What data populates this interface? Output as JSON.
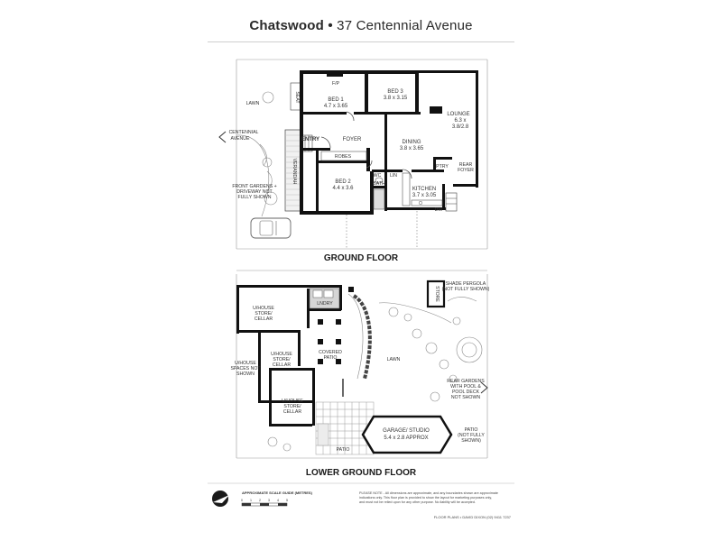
{
  "header": {
    "suburb": "Chatswood",
    "separator": "•",
    "address": "37 Centennial Avenue"
  },
  "ground_floor": {
    "title": "GROUND FLOOR",
    "rooms": {
      "bed1": {
        "name": "BED 1",
        "dims": "4.7 x 3.65"
      },
      "bed3": {
        "name": "BED 3",
        "dims": "3.8 x 3.15"
      },
      "lounge": {
        "name": "LOUNGE",
        "dims1": "6.3 x",
        "dims2": "3.8/2.8"
      },
      "dining": {
        "name": "DINING",
        "dims": "3.8 x 3.65"
      },
      "bed2": {
        "name": "BED 2",
        "dims": "4.4 x 3.6"
      },
      "kitchen": {
        "name": "KITCHEN",
        "dims": "3.7 x 3.05"
      }
    },
    "labels": {
      "foyer": "FOYER",
      "entry": "ENTRY",
      "robes": "ROBES",
      "bath": "BATH",
      "pantry": "PTRY",
      "rear_foyer_1": "REAR",
      "rear_foyer_2": "FOYER",
      "verandah": "VERANDAH",
      "seat": "SEAT",
      "lawn": "LAWN",
      "street_1": "CENTENNIAL",
      "street_2": "AVENUE",
      "front_gardens_1": "FRONT GARDENS +",
      "front_gardens_2": "DRIVEWAY NOT",
      "front_gardens_3": "FULLY SHOWN",
      "dw": "DW",
      "fp": "F/P",
      "wc": "WC",
      "lin": "LIN"
    }
  },
  "lower_ground_floor": {
    "title": "LOWER GROUND FLOOR",
    "labels": {
      "lndry": "LNDRY",
      "store1_1": "U/HOUSE",
      "store1_2": "STORE/",
      "store1_3": "CELLAR",
      "store2_1": "U/HOUSE",
      "store2_2": "STORE/",
      "store2_3": "CELLAR",
      "store3_1": "U/HOUSE",
      "store3_2": "STORE/",
      "store3_3": "CELLAR",
      "spaces_1": "U/HOUSE",
      "spaces_2": "SPACES NOT",
      "spaces_3": "SHOWN",
      "covered_1": "COVERED",
      "covered_2": "PATIO",
      "lawn": "LAWN",
      "patio": "PATIO",
      "garage_1": "GARAGE/ STUDIO",
      "garage_2": "5.4 x 2.8 APPROX",
      "pergola_1": "SHADE PERGOLA",
      "pergola_2": "(NOT FULLY SHOWN)",
      "rear_1": "REAR GARDENS",
      "rear_2": "WITH POOL &",
      "rear_3": "POOL DECK",
      "rear_4": "NOT SHOWN",
      "patio_nfs_1": "PATIO",
      "patio_nfs_2": "(NOT FULLY",
      "patio_nfs_3": "SHOWN)",
      "storage": "STORE"
    }
  },
  "footer": {
    "scale_title": "APPROXIMATE SCALE GUIDE (METRES)",
    "scale_ticks": [
      "0",
      "1",
      "2",
      "3",
      "4",
      "5"
    ],
    "note_1": "PLEASE NOTE - All dimensions are approximate, and any boundaries shown are approximate",
    "note_2": "indications only. This floor plan is provided to show the layout for marketing purposes only,",
    "note_3": "and must not be relied upon for any other purpose. No liability will be accepted.",
    "credit": "FLOOR PLANS • DAVID DIXON (02) 9411 7237"
  }
}
